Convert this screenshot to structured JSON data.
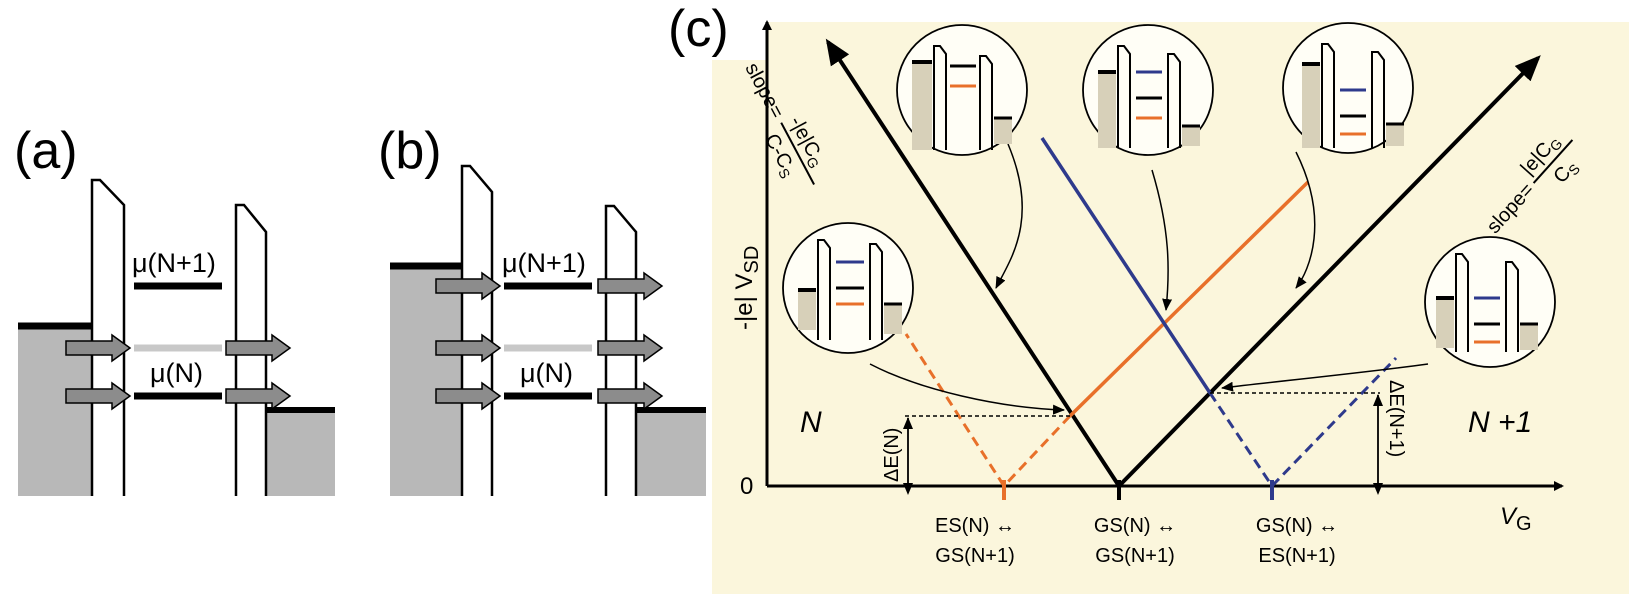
{
  "panels": {
    "a": {
      "label": "(a)",
      "mu_upper": "μ(N+1)",
      "mu_lower": "μ(N)"
    },
    "b": {
      "label": "(b)",
      "mu_upper": "μ(N+1)",
      "mu_lower": "μ(N)"
    },
    "c": {
      "label": "(c)",
      "y_axis_label": "-|e| V",
      "y_axis_sub": "SD",
      "x_axis_label": "V",
      "x_axis_sub": "G",
      "origin": "0",
      "left_region": "N",
      "right_region": "N +1",
      "left_slope_prefix": "slope=",
      "left_slope_num": "-|e|C",
      "left_slope_num_sub": "G",
      "left_slope_den": "C-C",
      "left_slope_den_sub": "S",
      "right_slope_prefix": "slope=",
      "right_slope_num": "|e|C",
      "right_slope_num_sub": "G",
      "right_slope_den": "C",
      "right_slope_den_sub": "S",
      "delta_left": "ΔE(N)",
      "delta_right": "ΔE(N+1)",
      "tick_labels": [
        {
          "line1": "ES(N) ↔",
          "line2": "GS(N+1)"
        },
        {
          "line1": "GS(N) ↔",
          "line2": "GS(N+1)"
        },
        {
          "line1": "GS(N) ↔",
          "line2": "ES(N+1)"
        }
      ]
    }
  },
  "colors": {
    "ground_state": "#000000",
    "excited_orange": "#e8702a",
    "excited_blue": "#2e3a8c",
    "panel_c_bg": "#fbf6dc",
    "lead_fill": "#b8b8b8",
    "arrow_fill": "#8c8c8c"
  }
}
